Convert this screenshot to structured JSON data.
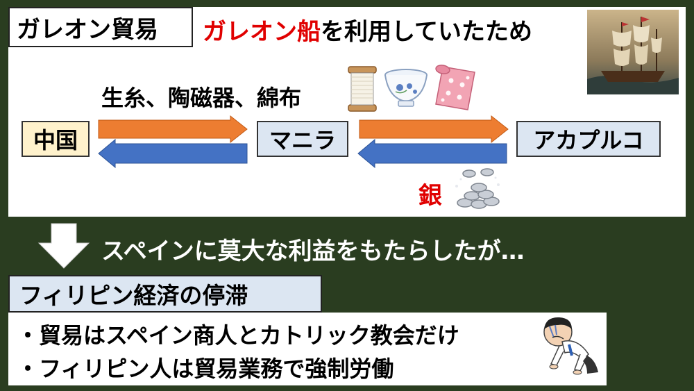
{
  "top": {
    "title": "ガレオン貿易",
    "headline_red": "ガレオン船",
    "headline_rest": "を利用していたため",
    "goods_label": "生糸、陶磁器、綿布",
    "silver_label": "銀",
    "nodes": {
      "china": "中国",
      "manila": "マニラ",
      "acapulco": "アカプルコ"
    }
  },
  "middle": {
    "text": "スペインに莫大な利益をもたらしたが…"
  },
  "bottom": {
    "title": "フィリピン経済の停滞",
    "bullets": [
      "・貿易はスペイン商人とカトリック教会だけ",
      "・フィリピン人は貿易業務で強制労働"
    ]
  },
  "colors": {
    "background": "#2a3d20",
    "arrow_orange": "#ed7d31",
    "arrow_blue": "#4472c4",
    "box_blue": "#dce6f2",
    "box_yellow": "#fff2cc",
    "accent_red": "#e00000"
  }
}
